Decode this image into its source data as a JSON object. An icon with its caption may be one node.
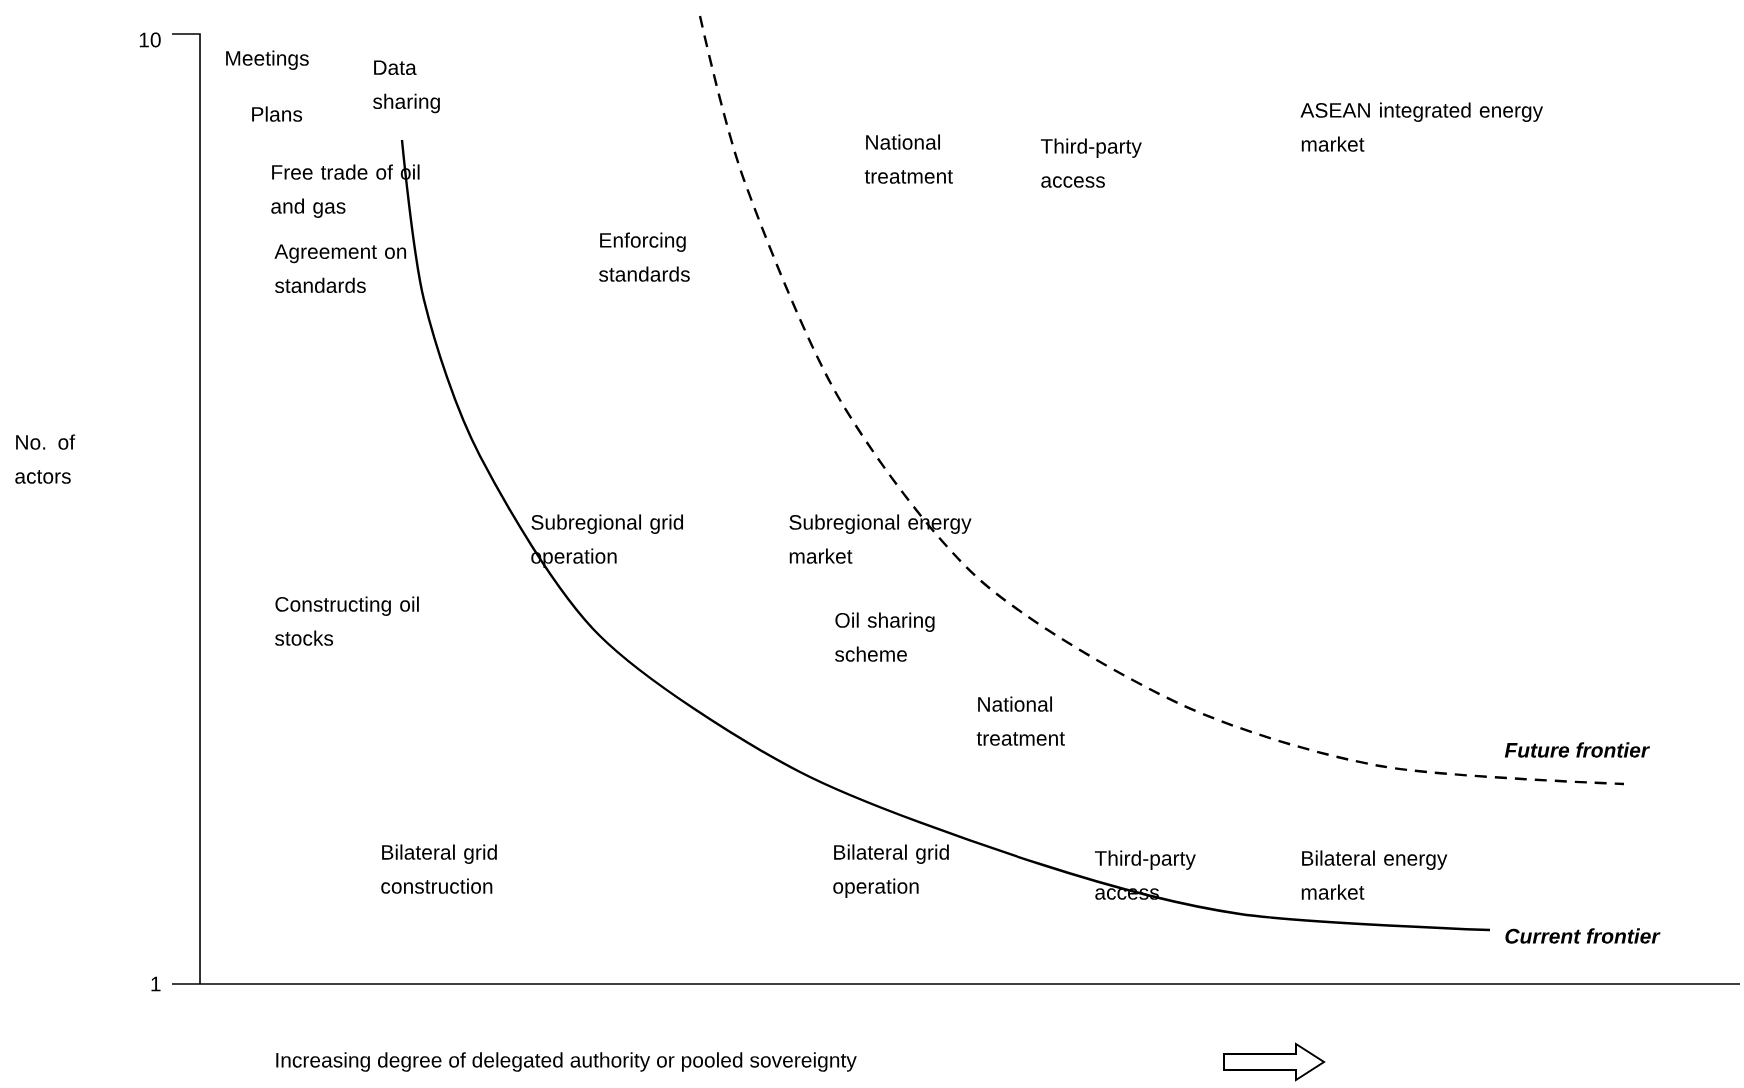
{
  "diagram": {
    "labels": [
      "10",
      "Meetings",
      "Data sharing",
      "Plans",
      "ASEAN integrated energy market",
      "National treatment",
      "Third-party access",
      "Free trade of oil and gas",
      "Agreement on standards",
      "Enforcing standards",
      "No. of actors",
      "Subregional grid operation",
      "Subregional energy market",
      "Constructing oil stocks",
      "Oil sharing scheme",
      "National treatment",
      "Future frontier",
      "Bilateral grid construction",
      "Bilateral grid operation",
      "Third-party access",
      "Bilateral energy market",
      "Current frontier",
      "1",
      "Increasing degree of delegated authority or pooled sovereignty"
    ]
  }
}
